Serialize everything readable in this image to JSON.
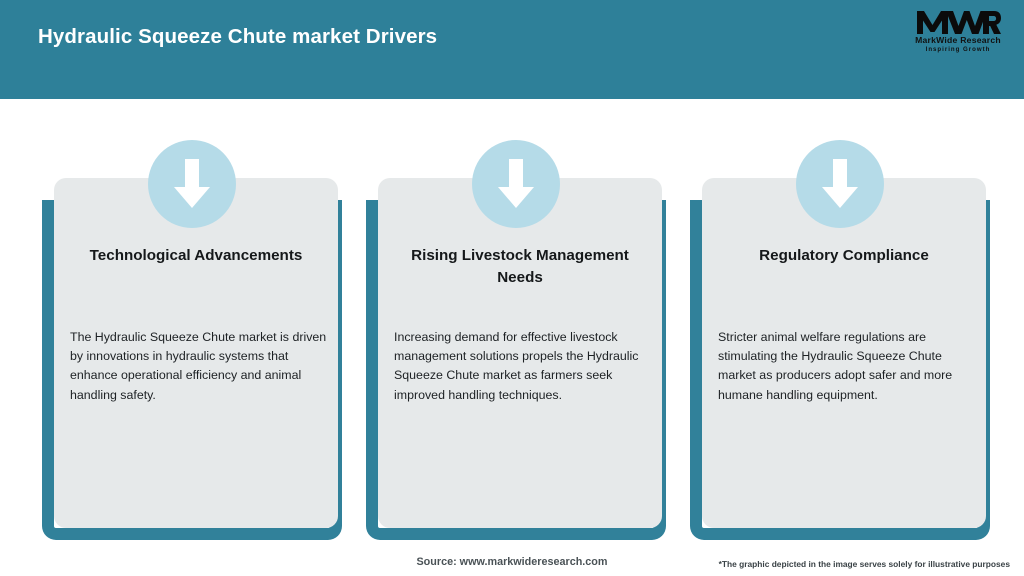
{
  "header": {
    "title": "Hydraulic Squeeze Chute market Drivers",
    "background_color": "#2E8099",
    "title_color": "#FFFFFF"
  },
  "logo": {
    "monogram": "MWR",
    "name": "MarkWide Research",
    "tagline": "Inspiring Growth"
  },
  "theme": {
    "accent_teal": "#31819A",
    "icon_circle": "#B5DBE8",
    "card_background": "#E6E9EA",
    "page_background": "#FFFFFF"
  },
  "cards": [
    {
      "icon": "down-arrow-icon",
      "title": "Technological Advancements",
      "body": "The Hydraulic Squeeze Chute market is driven by innovations in hydraulic systems that enhance operational efficiency and animal handling safety."
    },
    {
      "icon": "down-arrow-icon",
      "title": "Rising Livestock Management Needs",
      "body": "Increasing demand for effective livestock management solutions propels the Hydraulic Squeeze Chute market as farmers seek improved handling techniques."
    },
    {
      "icon": "down-arrow-icon",
      "title": "Regulatory Compliance",
      "body": "Stricter animal welfare regulations are stimulating the Hydraulic Squeeze Chute market as producers adopt safer and more humane handling equipment."
    }
  ],
  "footer": {
    "source": "Source: www.markwideresearch.com",
    "disclaimer": "*The graphic depicted in the image serves solely for illustrative purposes"
  }
}
